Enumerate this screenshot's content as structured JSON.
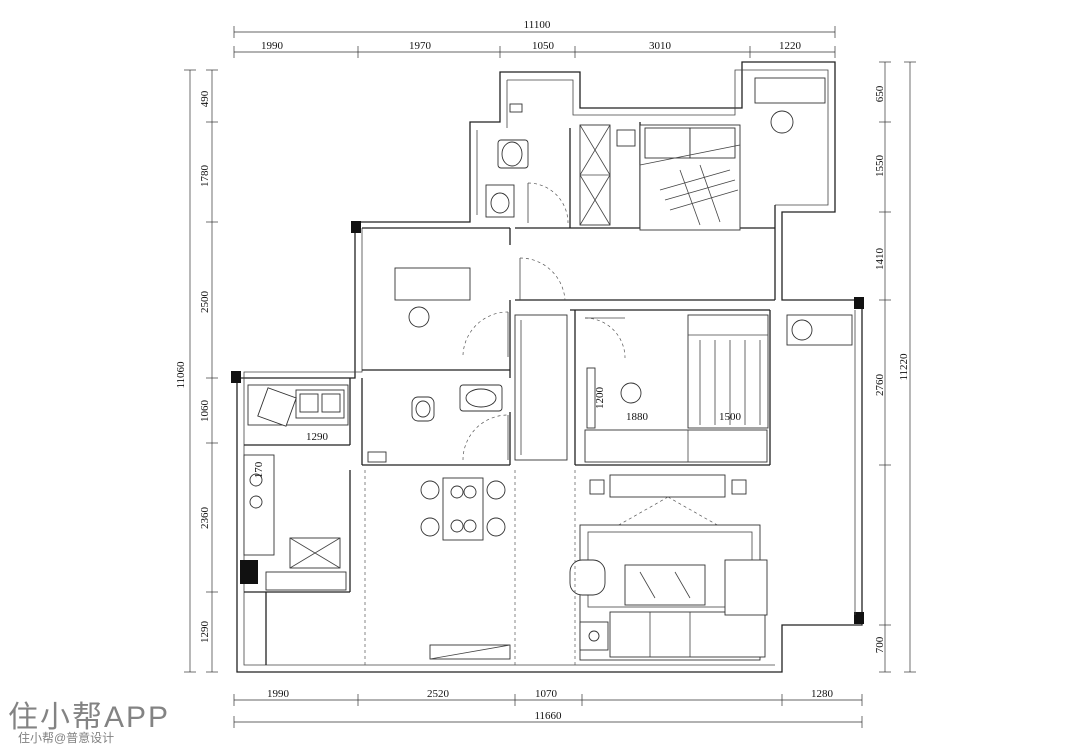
{
  "dimensions": {
    "top_overall": "11100",
    "top_segments": [
      "1990",
      "1970",
      "1050",
      "3010",
      "1220"
    ],
    "bottom_overall": "11660",
    "bottom_segments": [
      "1990",
      "2520",
      "1070",
      "1280"
    ],
    "left_overall": "11060",
    "left_segments": [
      "490",
      "1780",
      "2500",
      "1060",
      "2360",
      "1290"
    ],
    "right_overall": "11220",
    "right_segments": [
      "650",
      "1550",
      "1410",
      "2760",
      "700"
    ],
    "interior": {
      "kitchen_width": "1290",
      "stove_width": "170",
      "bedroom_depth": "1200",
      "bedroom_width": "1880",
      "wardrobe_width": "1500"
    }
  },
  "watermark": {
    "app_name": "住小帮APP",
    "credit": "住小帮@普意设计"
  }
}
